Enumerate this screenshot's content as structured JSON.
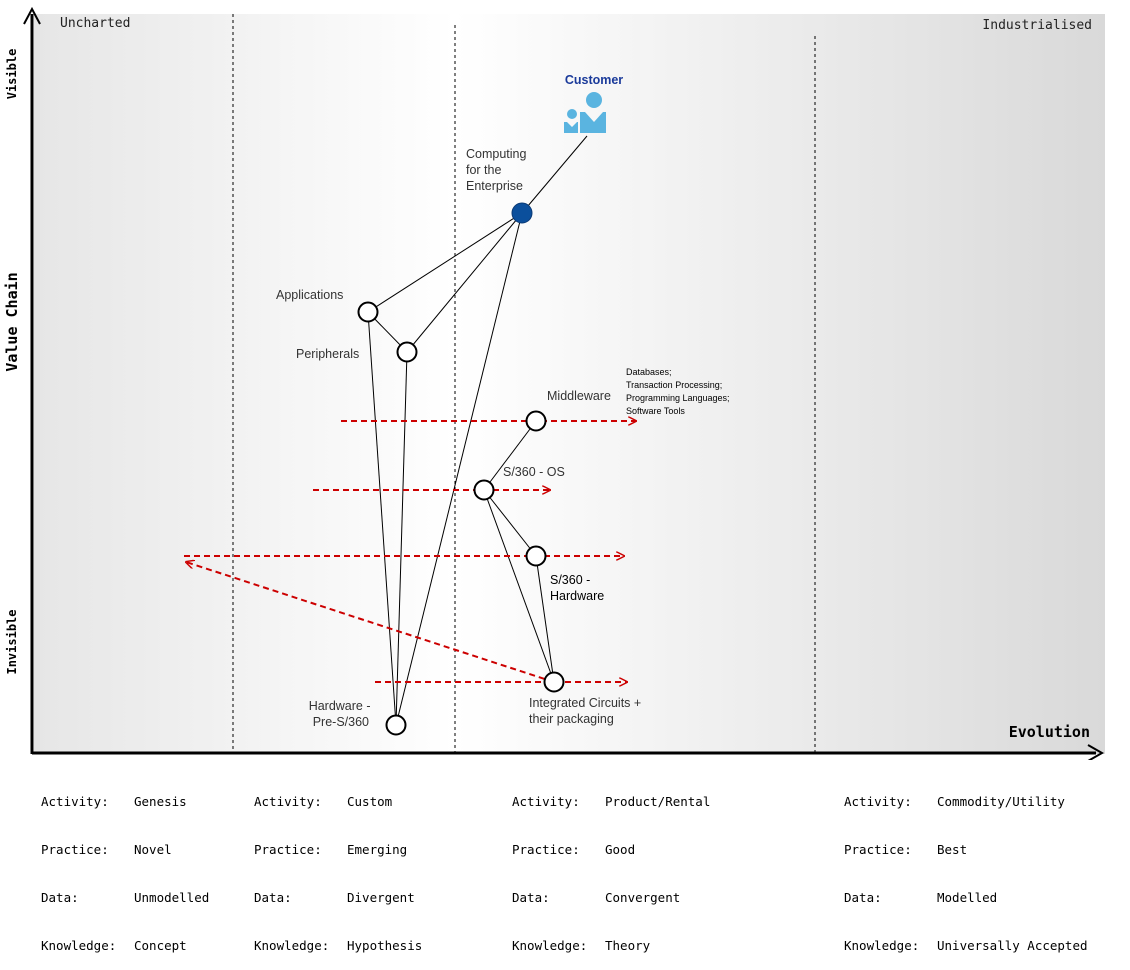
{
  "map": {
    "stage_labels": {
      "left": "Uncharted",
      "right": "Industrialised"
    },
    "y_axis": {
      "label": "Value Chain",
      "top": "Visible",
      "bottom": "Invisible"
    },
    "x_axis": {
      "label": "Evolution"
    },
    "colors": {
      "flow_arrow": "#cc0000",
      "customer": "#5ab4e0",
      "customer_label": "#1a3a9a",
      "highlight_node": "#0b4f9c"
    }
  },
  "nodes": {
    "customer": "Customer",
    "computing": [
      "Computing",
      "for the",
      "Enterprise"
    ],
    "applications": "Applications",
    "peripherals": "Peripherals",
    "middleware": "Middleware",
    "middleware_note": [
      "Databases;",
      "Transaction Processing;",
      "Programming Languages;",
      "Software Tools"
    ],
    "s360_os": "S/360 - OS",
    "s360_hw": [
      "S/360 -",
      "Hardware"
    ],
    "hw_pre": [
      "Hardware -",
      "Pre-S/360"
    ],
    "ic": [
      "Integrated Circuits +",
      "their packaging"
    ]
  },
  "stages": [
    {
      "activity": "Genesis",
      "practice": "Novel",
      "data": "Unmodelled",
      "knowledge": "Concept"
    },
    {
      "activity": "Custom",
      "practice": "Emerging",
      "data": "Divergent",
      "knowledge": "Hypothesis"
    },
    {
      "activity": "Product/Rental",
      "practice": "Good",
      "data": "Convergent",
      "knowledge": "Theory"
    },
    {
      "activity": "Commodity/Utility",
      "practice": "Best",
      "data": "Modelled",
      "knowledge": "Universally Accepted"
    }
  ],
  "footer_keys": {
    "activity": "Activity:",
    "practice": "Practice:",
    "data": "Data:",
    "knowledge": "Knowledge:"
  }
}
